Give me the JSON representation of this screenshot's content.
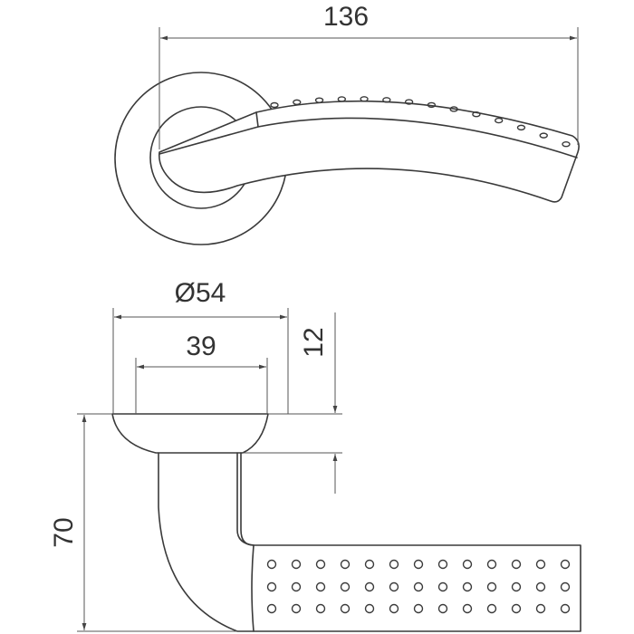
{
  "drawing": {
    "dimensions": {
      "lever_length": "136",
      "rose_diameter": "Ø54",
      "rose_inner": "39",
      "rose_height": "12",
      "projection": "70"
    },
    "colors": {
      "line": "#3a3a3a",
      "dimension": "#555555"
    }
  }
}
